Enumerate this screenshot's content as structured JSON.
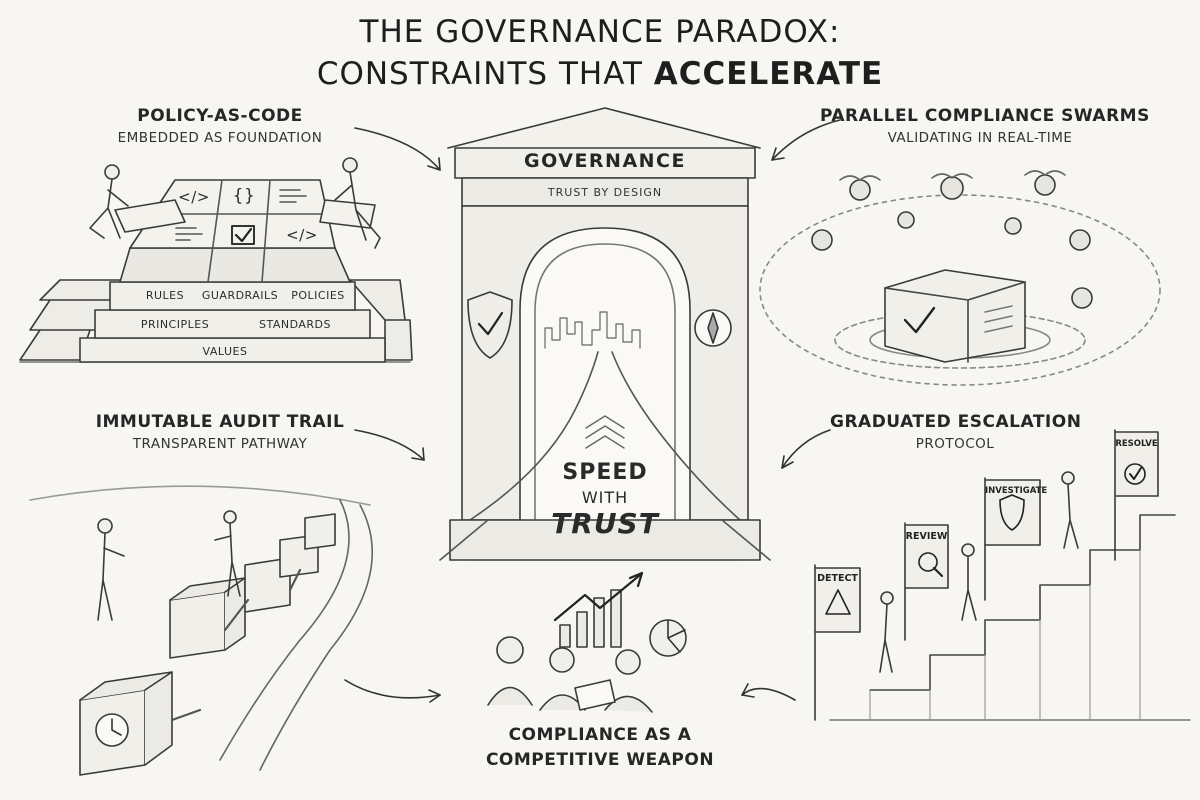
{
  "title": {
    "line1": "THE GOVERNANCE PARADOX:",
    "line2_prefix": "CONSTRAINTS THAT ",
    "line2_emphasis": "ACCELERATE"
  },
  "policy_as_code": {
    "heading": "POLICY-AS-CODE",
    "subheading": "EMBEDDED AS FOUNDATION",
    "code_blocks": [
      "</>",
      "{}",
      "</>"
    ],
    "layers": [
      "RULES",
      "GUARDRAILS",
      "POLICIES",
      "PRINCIPLES",
      "STANDARDS",
      "VALUES"
    ]
  },
  "compliance_swarms": {
    "heading": "PARALLEL COMPLIANCE SWARMS",
    "subheading": "VALIDATING IN REAL-TIME"
  },
  "gate": {
    "name": "GOVERNANCE",
    "motto": "TRUST BY DESIGN",
    "speed": "SPEED",
    "with": "WITH",
    "trust": "TRUST"
  },
  "audit_trail": {
    "heading": "IMMUTABLE AUDIT TRAIL",
    "subheading": "TRANSPARENT PATHWAY"
  },
  "escalation": {
    "heading": "GRADUATED ESCALATION",
    "subheading": "PROTOCOL",
    "steps": [
      "DETECT",
      "REVIEW",
      "INVESTIGATE",
      "RESOLVE"
    ]
  },
  "competitive": {
    "line1": "COMPLIANCE AS A",
    "line2": "COMPETITIVE WEAPON"
  }
}
